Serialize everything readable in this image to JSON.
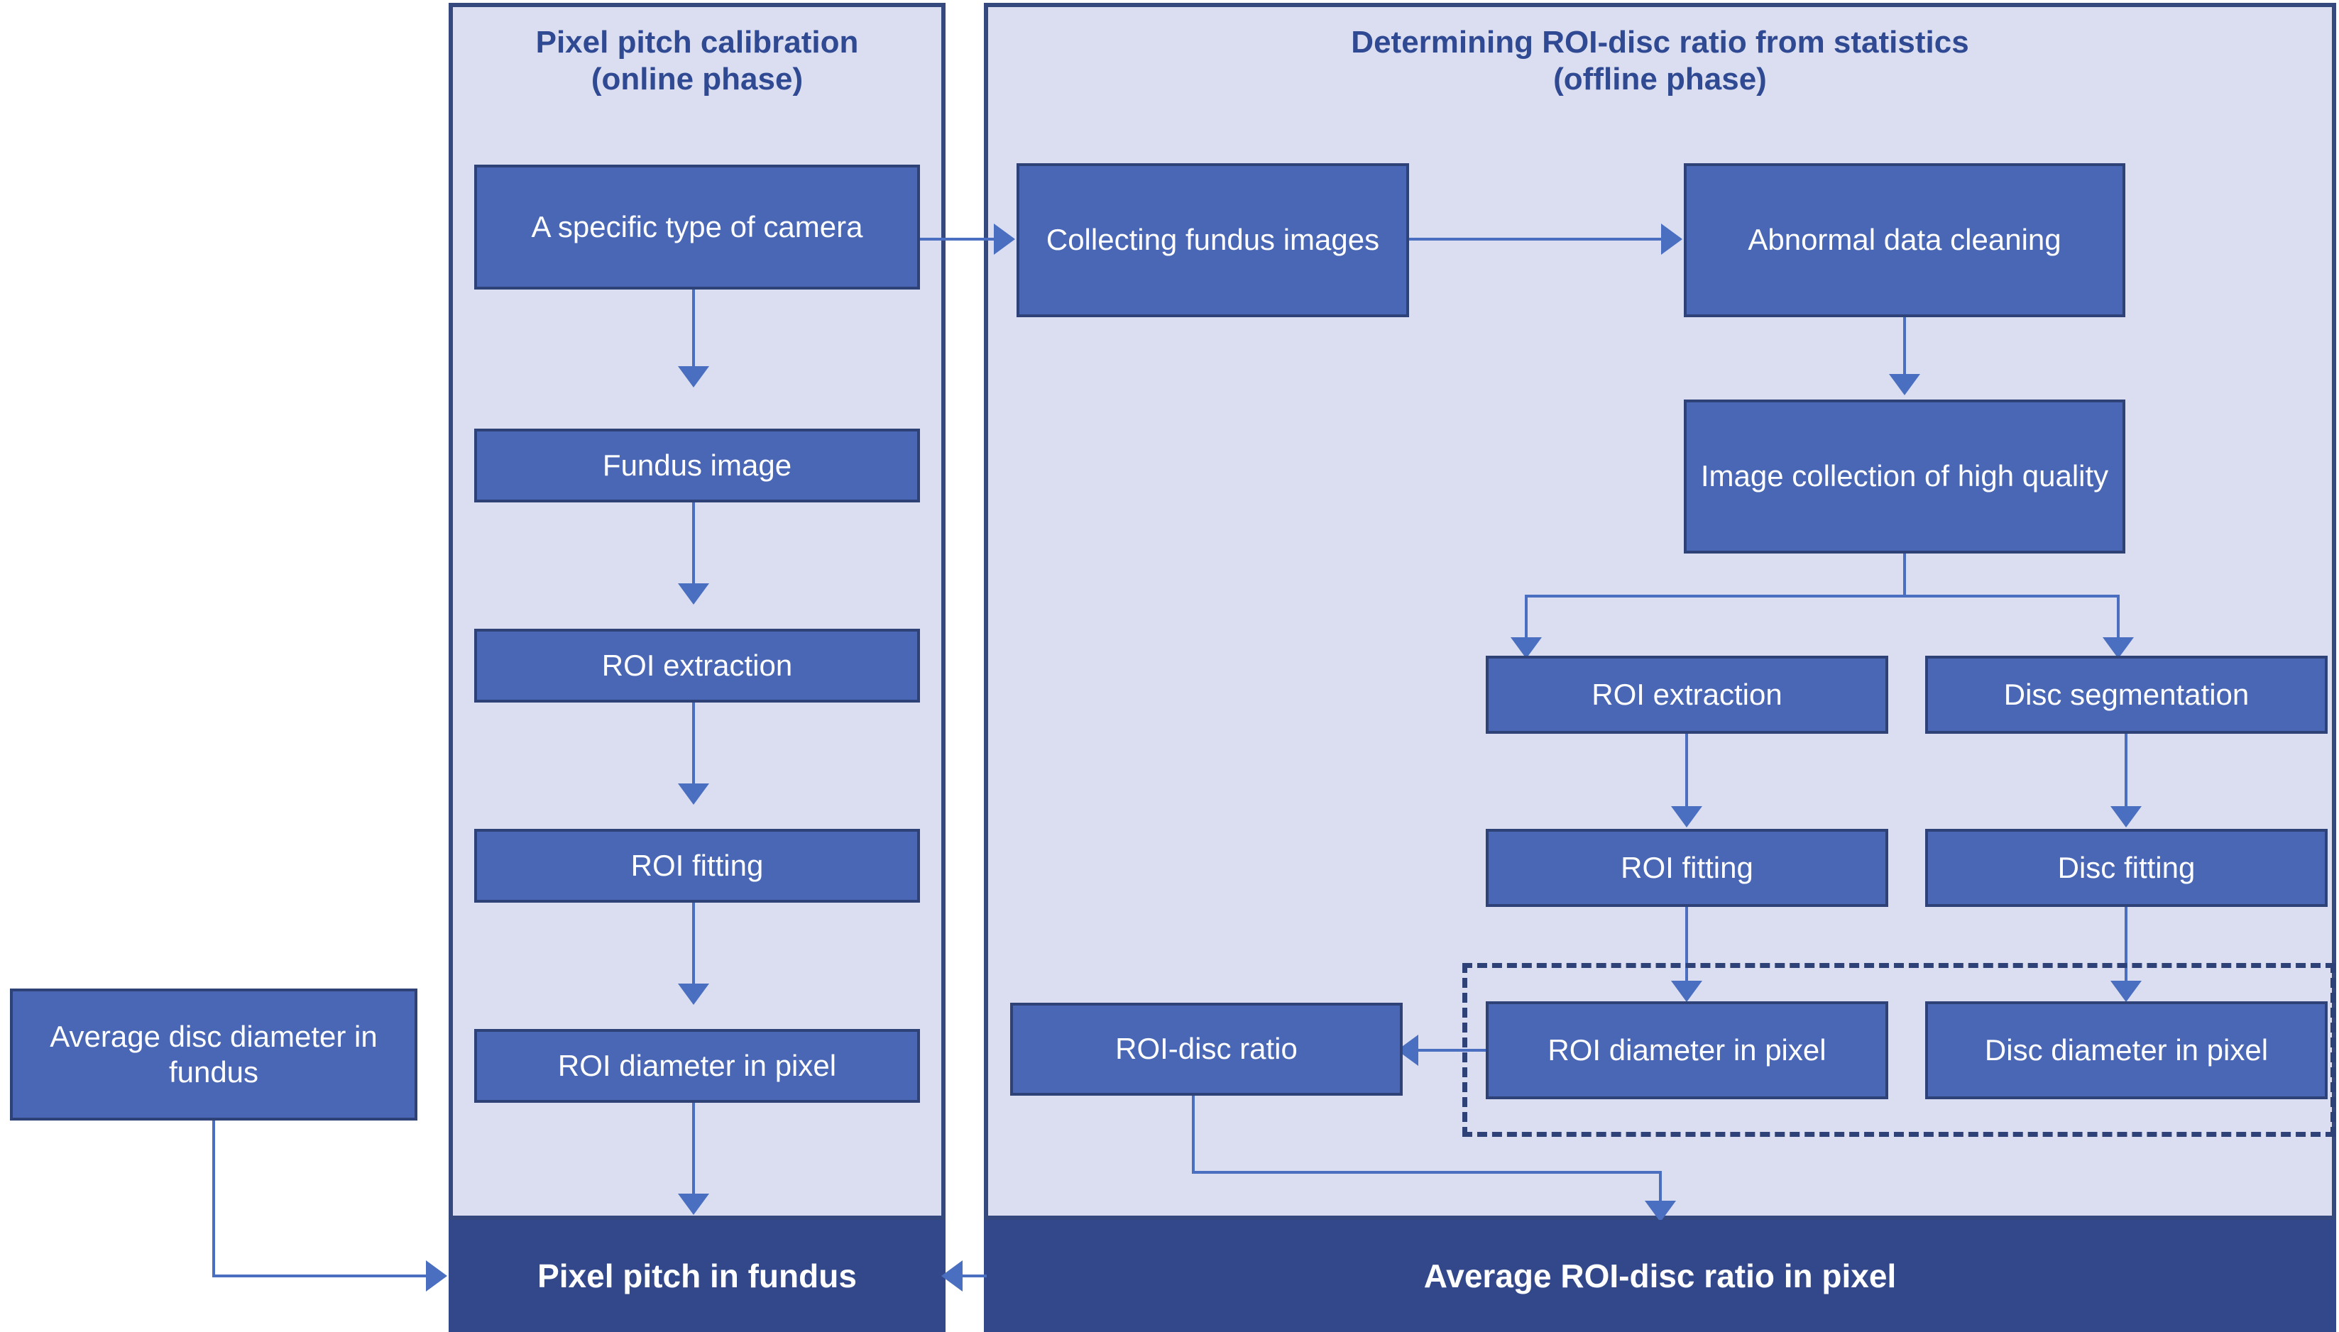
{
  "panels": {
    "left": {
      "title_line1": "Pixel pitch  calibration",
      "title_line2": "(online phase)"
    },
    "right": {
      "title_line1": "Determining ROI-disc ratio from statistics",
      "title_line2": "(offline phase)"
    }
  },
  "left_flow": {
    "nodes": [
      {
        "label": "A specific type of camera"
      },
      {
        "label": "Fundus image"
      },
      {
        "label": "ROI extraction"
      },
      {
        "label": "ROI fitting"
      },
      {
        "label": "ROI diameter in pixel"
      }
    ]
  },
  "external": {
    "average_disc_diameter": "Average disc diameter in fundus"
  },
  "right_flow": {
    "collecting": "Collecting fundus images",
    "cleaning": "Abnormal data cleaning",
    "high_quality": "Image collection of high quality",
    "roi_extraction": "ROI extraction",
    "disc_segmentation": "Disc segmentation",
    "roi_fitting": "ROI fitting",
    "disc_fitting": "Disc fitting",
    "roi_diameter": "ROI diameter in pixel",
    "disc_diameter": "Disc diameter in pixel",
    "roi_disc_ratio": "ROI-disc ratio"
  },
  "banners": {
    "left": "Pixel pitch in fundus",
    "right": "Average ROI-disc ratio in pixel"
  },
  "colors": {
    "panel_background": "#dbdef0",
    "panel_border": "#36497f",
    "node_fill": "#4a67b5",
    "node_border": "#2e4277",
    "banner_fill": "#33488a",
    "connector": "#4a6fc0",
    "title_text": "#2f4a92"
  }
}
